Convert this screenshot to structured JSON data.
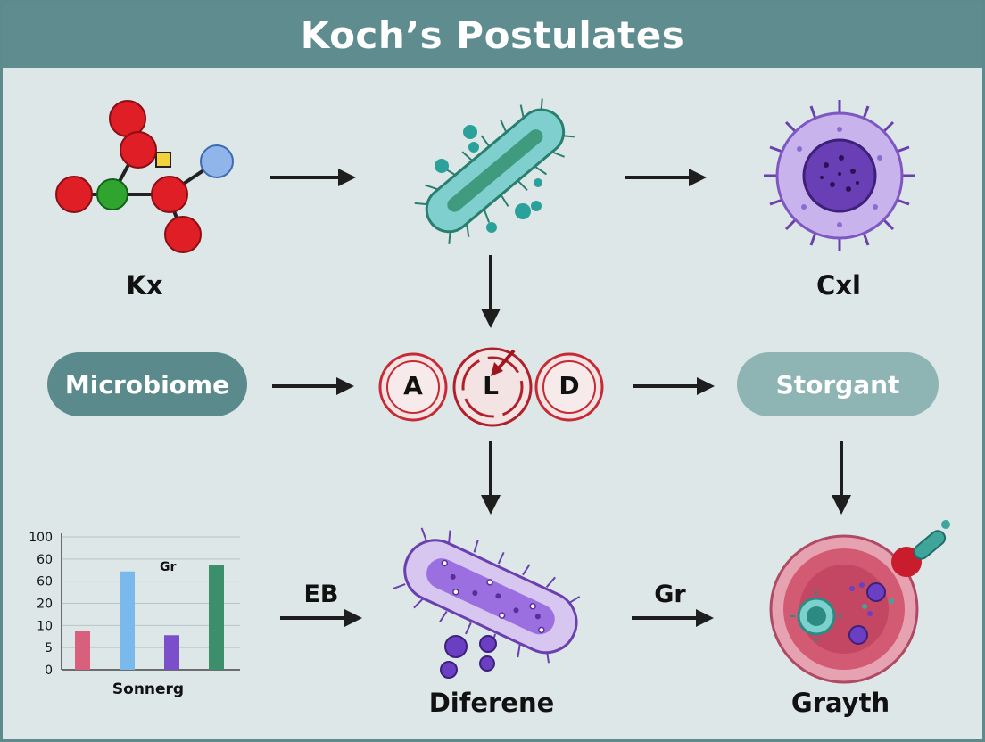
{
  "title": "Koch’s Postulates",
  "colors": {
    "header_bg": "#5f8c8f",
    "background": "#dde7e8",
    "pill_dark": "#5a8a8c",
    "pill_light": "#8fb4b4",
    "circle_red": "#c62a35",
    "arrow": "#1e1e1e"
  },
  "nodes": {
    "molecule_label": "Kx",
    "cell_label": "Cxl",
    "microbiome_pill": "Microbiome",
    "storgant_pill": "Storgant",
    "circles": [
      "A",
      "L",
      "D"
    ],
    "bottom_center_label": "Diferene",
    "bottom_right_label": "Grayth",
    "arrow_label_left": "EB",
    "arrow_label_right": "Gr"
  },
  "icons": [
    "molecule-icon",
    "bacterium-icon",
    "immune-cell-icon",
    "purple-bacterium-icon",
    "infected-cell-icon"
  ],
  "chart_data": {
    "type": "bar",
    "y_tick_labels": [
      "100",
      "60",
      "60",
      "20",
      "10",
      "5",
      "0"
    ],
    "values": [
      29,
      74,
      26,
      79
    ],
    "colors": [
      "#d9607d",
      "#7ab9ec",
      "#7b4fc9",
      "#3b8f6a"
    ],
    "xlabel": "Sonnerg",
    "annotation": "Gr",
    "ylim": [
      0,
      100
    ]
  }
}
